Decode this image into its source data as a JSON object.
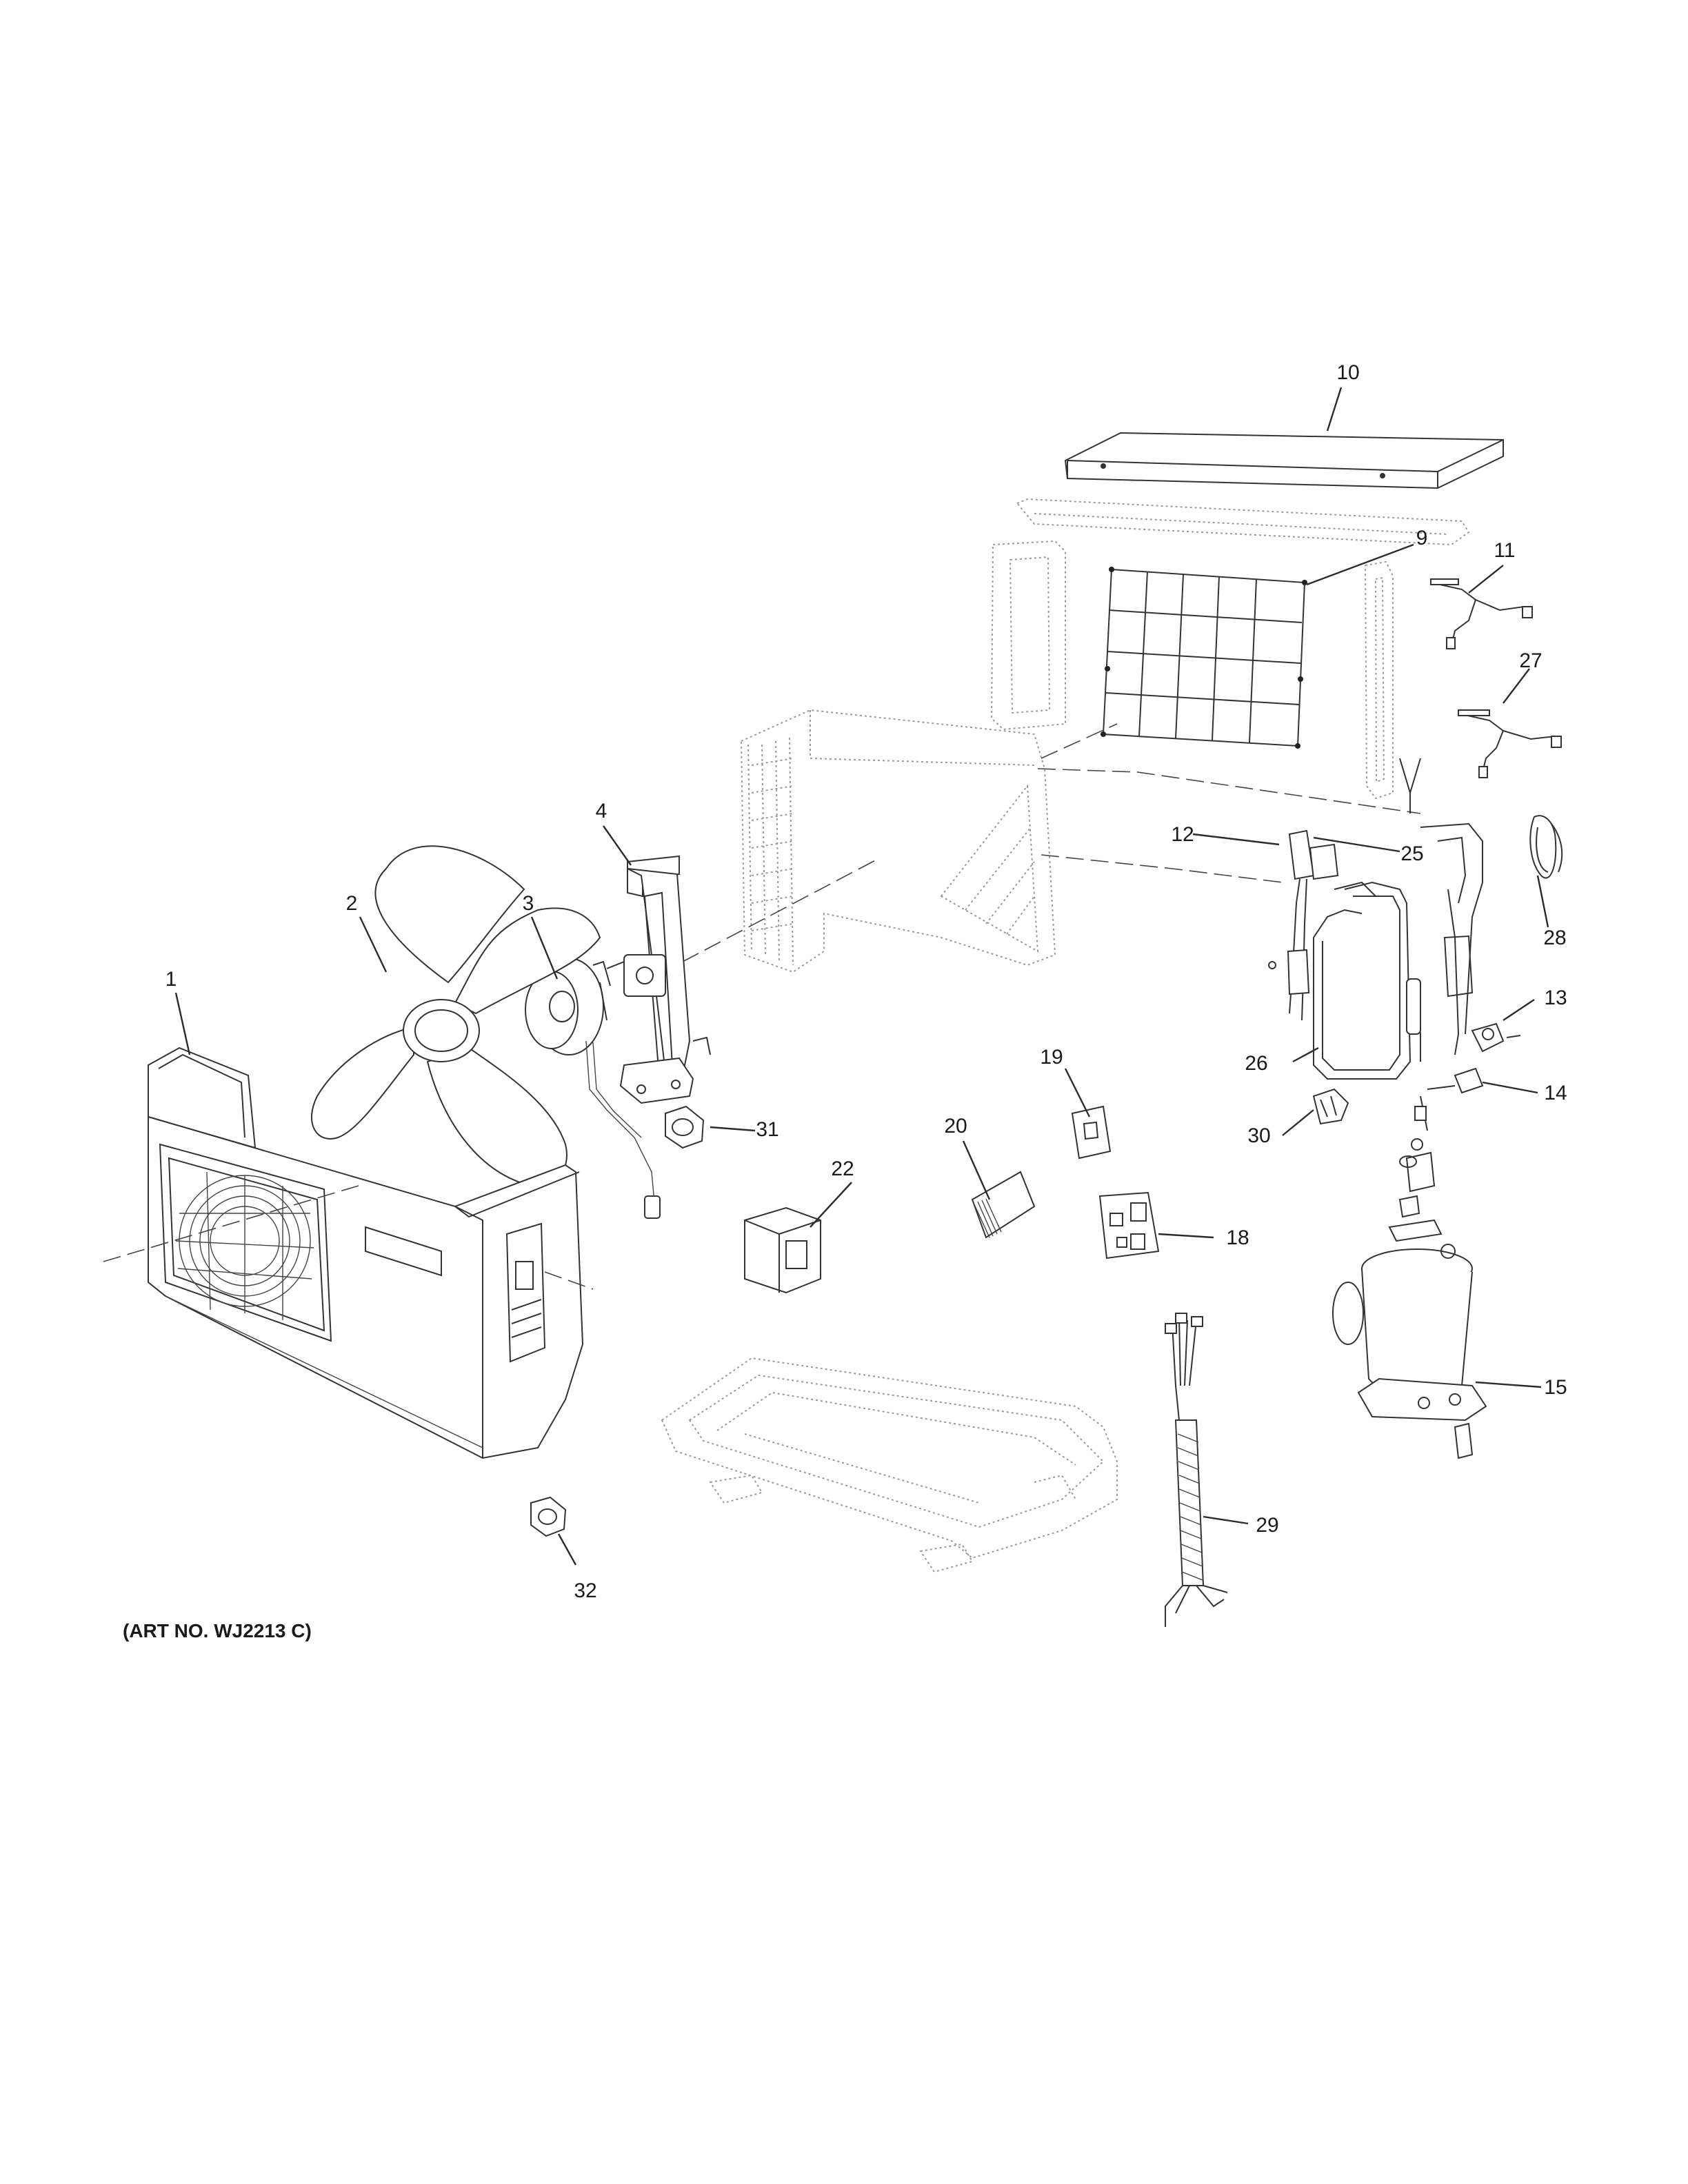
{
  "art_number": "(ART NO. WJ2213 C)",
  "callouts": {
    "p1": "1",
    "p2": "2",
    "p3": "3",
    "p4": "4",
    "p9": "9",
    "p10": "10",
    "p11": "11",
    "p12": "12",
    "p13": "13",
    "p14": "14",
    "p15": "15",
    "p18": "18",
    "p19": "19",
    "p20": "20",
    "p22": "22",
    "p25": "25",
    "p26": "26",
    "p27": "27",
    "p28": "28",
    "p29": "29",
    "p30": "30",
    "p31": "31",
    "p32": "32"
  }
}
